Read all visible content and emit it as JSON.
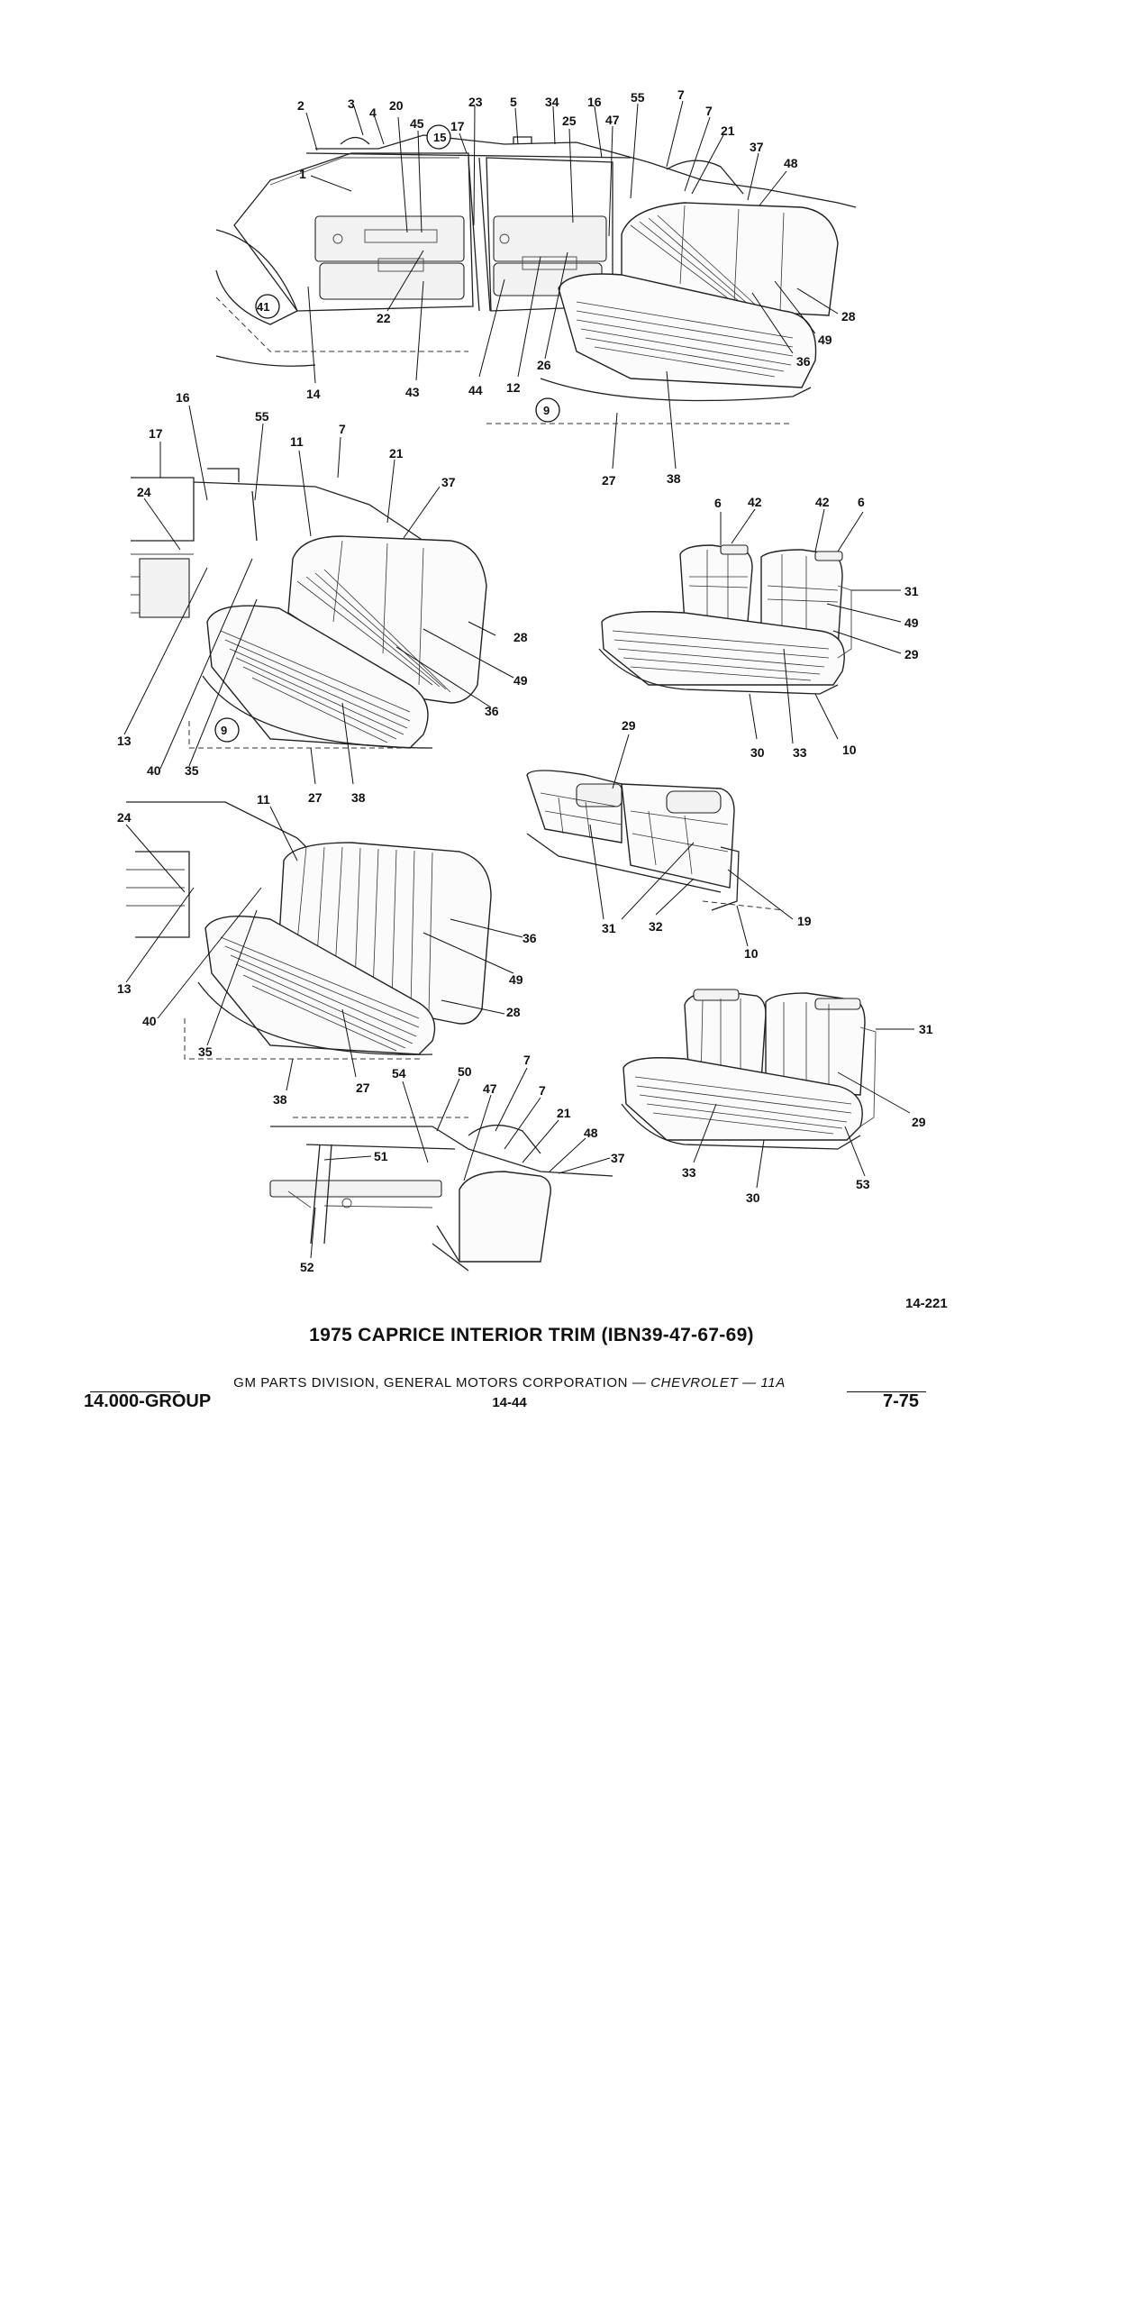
{
  "figure": {
    "number": "14-221",
    "title": "1975 CAPRICE INTERIOR TRIM (IBN39-47-67-69)"
  },
  "footer": {
    "credit_prefix": "GM PARTS DIVISION, GENERAL MOTORS CORPORATION —",
    "credit_suffix": "CHEVROLET — 11A",
    "group": "14.000-GROUP",
    "page": "14-44",
    "date": "7-75"
  },
  "callouts": {
    "view1": [
      "2",
      "3",
      "4",
      "20",
      "45",
      "15",
      "17",
      "23",
      "5",
      "34",
      "25",
      "16",
      "47",
      "55",
      "7",
      "7",
      "21",
      "37",
      "48",
      "1",
      "41",
      "22",
      "43",
      "14",
      "44",
      "12",
      "26",
      "9",
      "36",
      "49",
      "28",
      "38",
      "27"
    ],
    "view2": [
      "16",
      "17",
      "55",
      "7",
      "11",
      "21",
      "37",
      "24",
      "28",
      "49",
      "36",
      "13",
      "40",
      "35",
      "9",
      "27",
      "38"
    ],
    "view3": [
      "6",
      "42",
      "42",
      "6",
      "31",
      "49",
      "29",
      "30",
      "33",
      "10"
    ],
    "view4": [
      "29",
      "31",
      "32",
      "19",
      "10"
    ],
    "view5": [
      "24",
      "11",
      "13",
      "40",
      "35",
      "36",
      "49",
      "28",
      "27",
      "38"
    ],
    "view6": [
      "31",
      "29",
      "33",
      "30",
      "53"
    ],
    "view7": [
      "54",
      "50",
      "47",
      "7",
      "7",
      "21",
      "48",
      "37",
      "51",
      "52"
    ]
  }
}
